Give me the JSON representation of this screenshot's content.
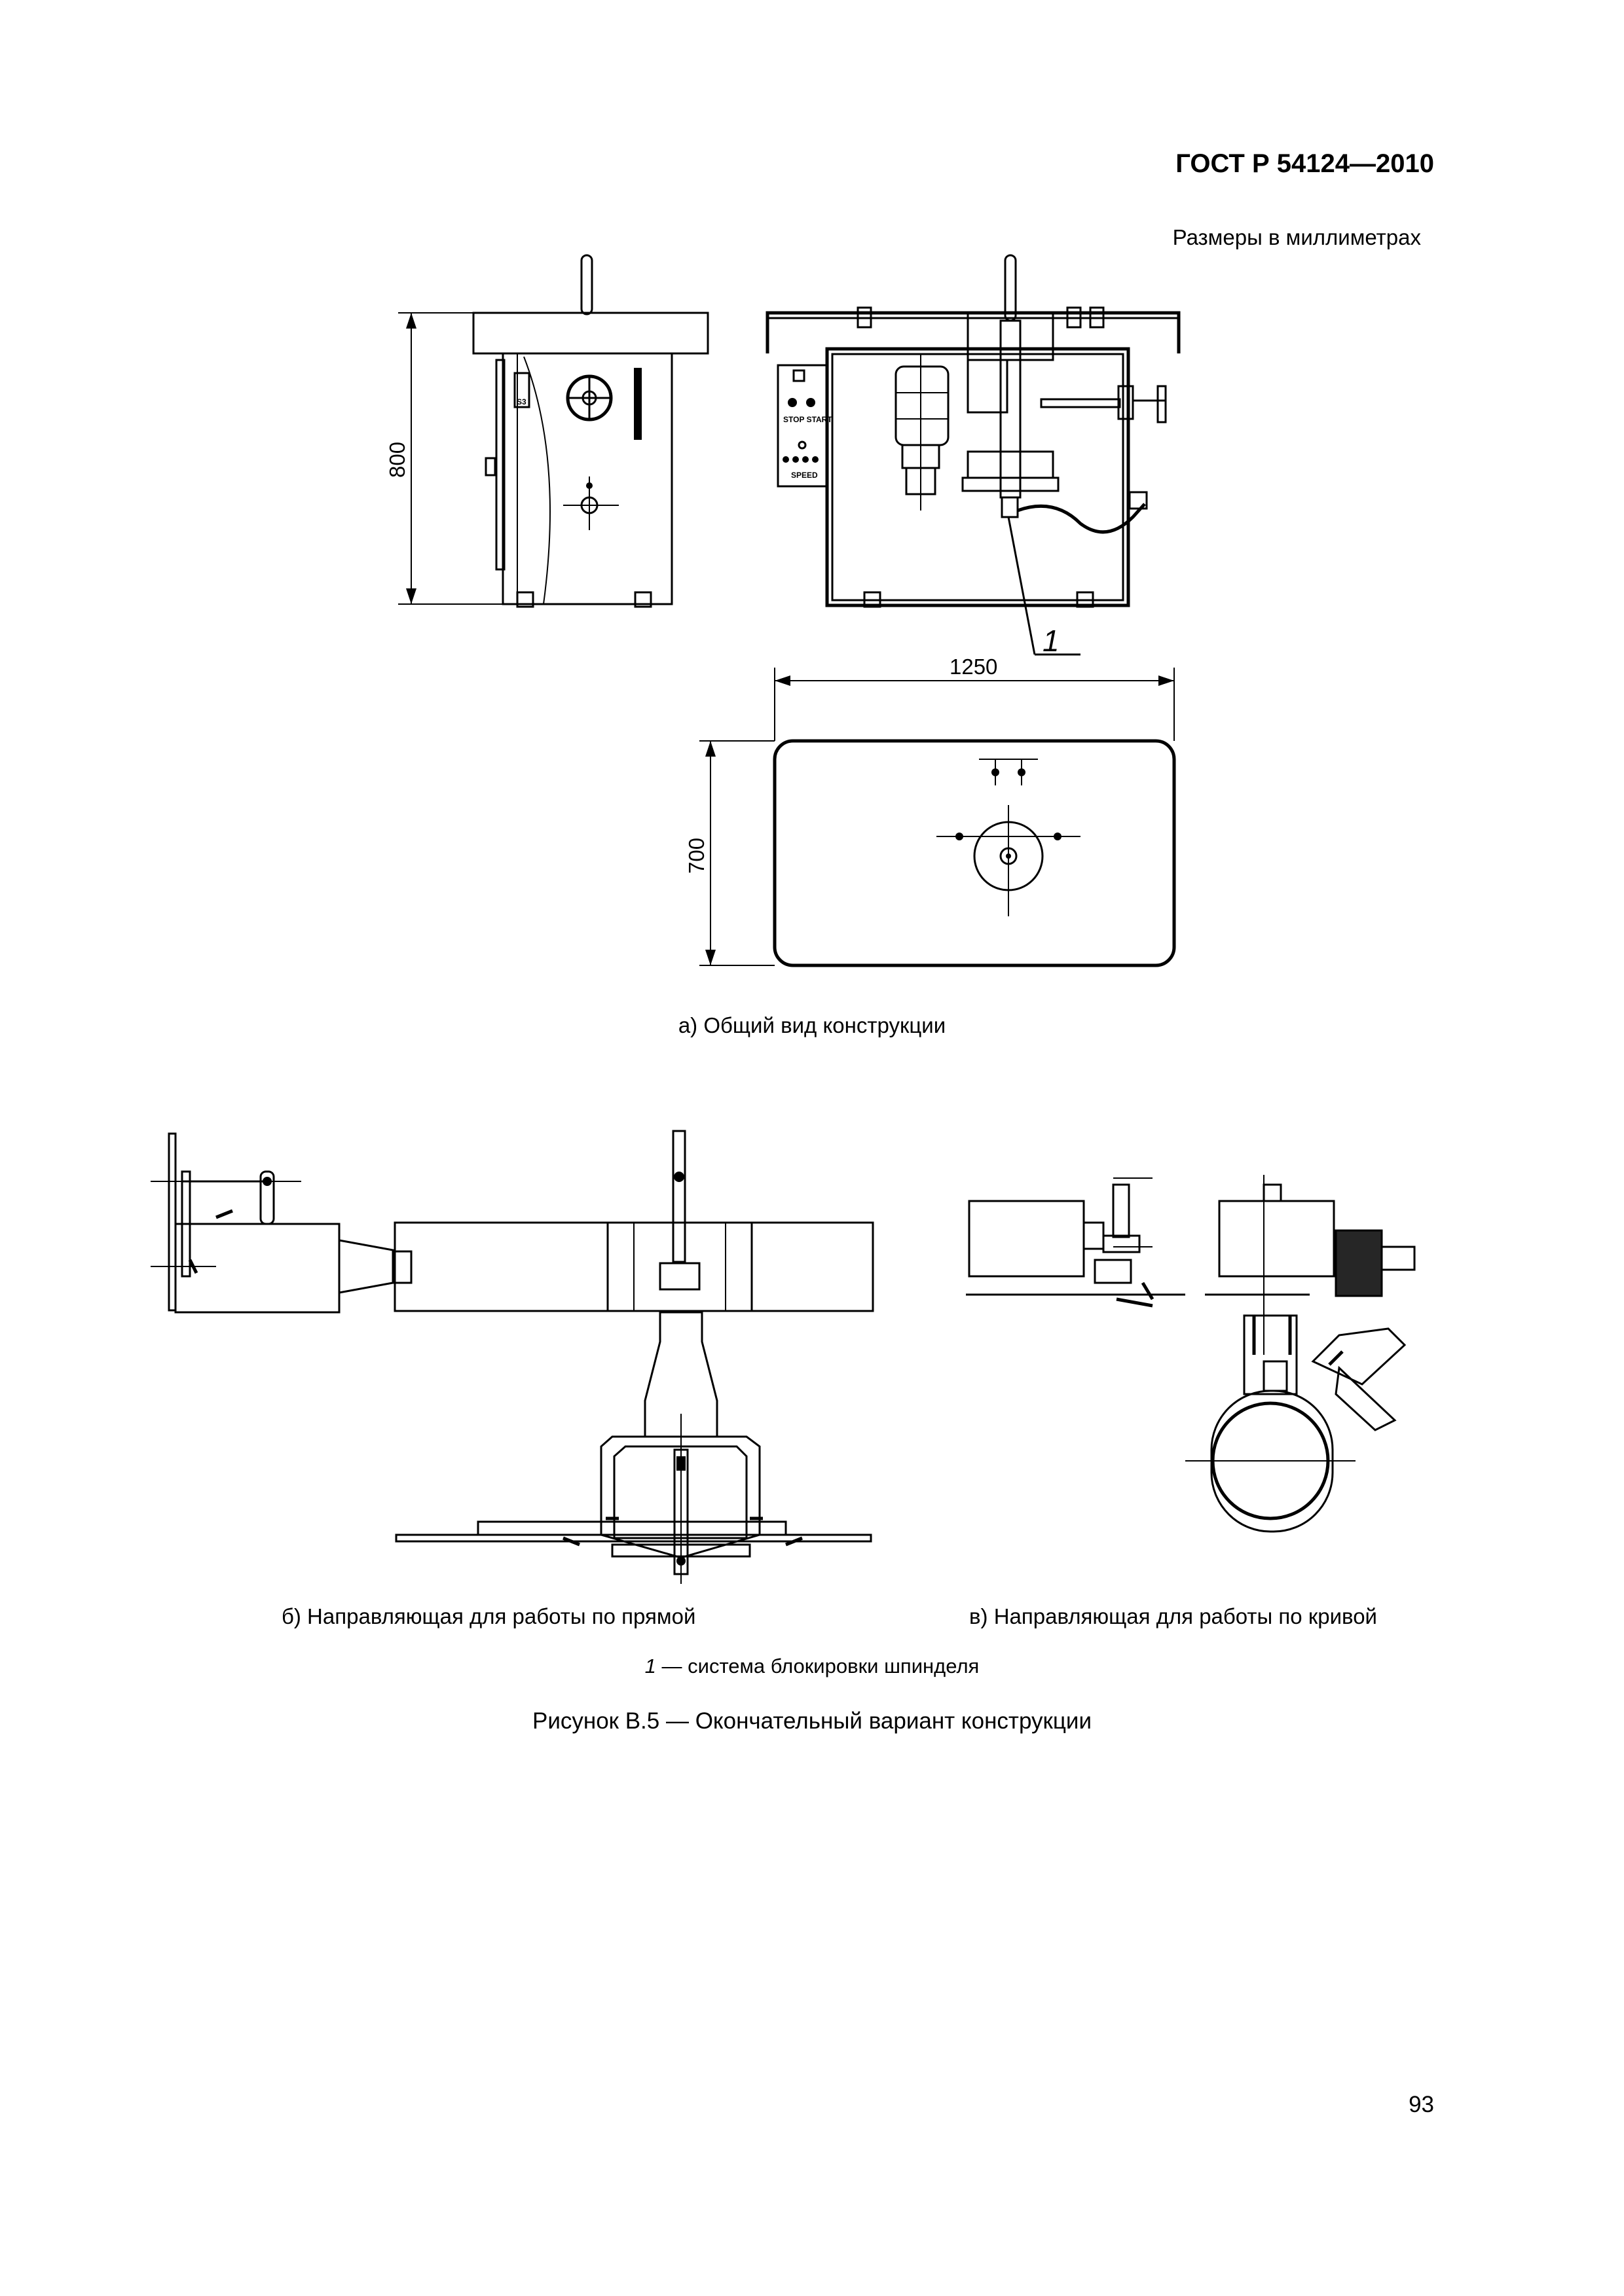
{
  "header": {
    "standard": "ГОСТ Р 54124—2010"
  },
  "units_note": "Размеры в миллиметрах",
  "drawing": {
    "dim_height": "800",
    "dim_length": "1250",
    "dim_width": "700",
    "callout": "1",
    "panel_s3": "S3",
    "panel_stop_start": "STOP START",
    "panel_speed": "SPEED"
  },
  "captions": {
    "a": "а) Общий вид конструкции",
    "b": "б) Направляющая для работы по прямой",
    "v": "в) Направляющая для работы по кривой"
  },
  "legend": {
    "number": "1",
    "text": " — система блокировки шпинделя"
  },
  "figure_caption": "Рисунок В.5 — Окончательный вариант конструкции",
  "page_number": "93"
}
